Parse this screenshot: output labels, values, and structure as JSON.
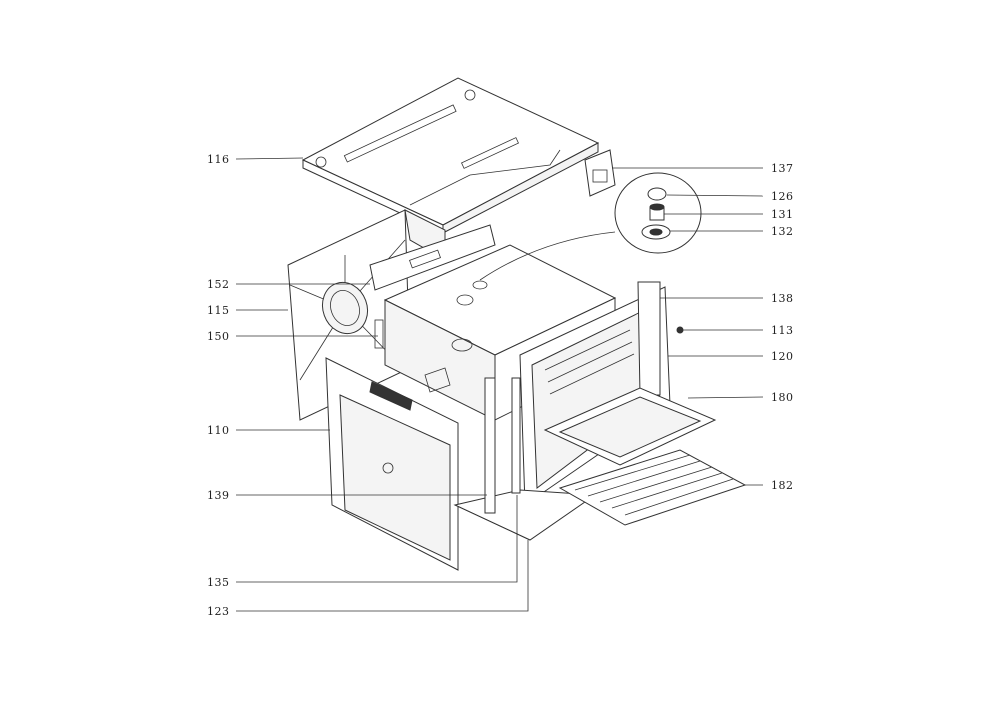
{
  "diagram": {
    "callouts": [
      {
        "id": "116",
        "text": "116"
      },
      {
        "id": "152",
        "text": "152"
      },
      {
        "id": "115",
        "text": "115"
      },
      {
        "id": "150",
        "text": "150"
      },
      {
        "id": "110",
        "text": "110"
      },
      {
        "id": "139",
        "text": "139"
      },
      {
        "id": "135",
        "text": "135"
      },
      {
        "id": "123",
        "text": "123"
      },
      {
        "id": "137",
        "text": "137"
      },
      {
        "id": "126",
        "text": "126"
      },
      {
        "id": "131",
        "text": "131"
      },
      {
        "id": "132",
        "text": "132"
      },
      {
        "id": "138",
        "text": "138"
      },
      {
        "id": "113",
        "text": "113"
      },
      {
        "id": "120",
        "text": "120"
      },
      {
        "id": "180",
        "text": "180"
      },
      {
        "id": "182",
        "text": "182"
      }
    ]
  }
}
